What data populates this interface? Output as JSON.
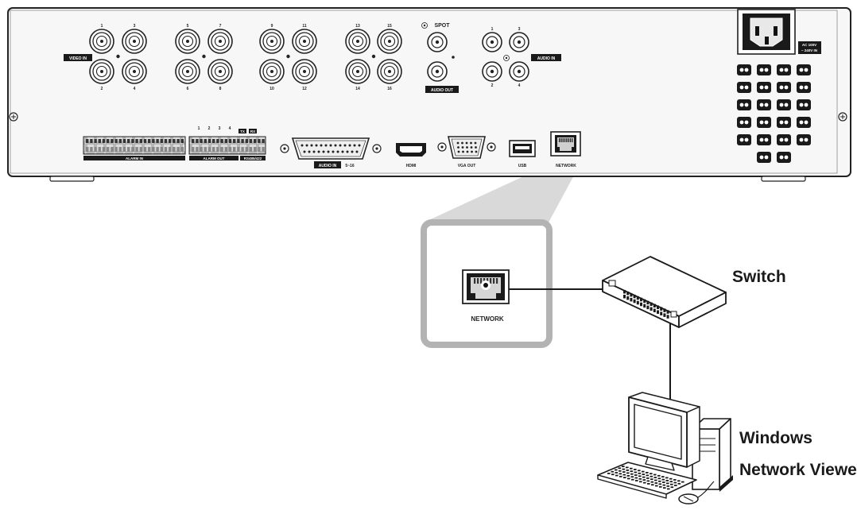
{
  "device": {
    "video_in_label": "VIDEO IN",
    "video_numbers_top": [
      "1",
      "3",
      "5",
      "7",
      "9",
      "11",
      "13",
      "15"
    ],
    "video_numbers_bottom": [
      "2",
      "4",
      "6",
      "8",
      "10",
      "12",
      "14",
      "16"
    ],
    "spot_label": "SPOT",
    "audio_out_label": "AUDIO OUT",
    "audio_in_label": "AUDIO IN",
    "audio_numbers_top": [
      "1",
      "3"
    ],
    "audio_numbers_bottom": [
      "2",
      "4"
    ],
    "power_label_line1": "AC 100V",
    "power_label_line2": "~ 240V IN",
    "alarm_in_label": "ALARM IN",
    "alarm_out_label": "ALARM OUT",
    "rs485_label": "RS485/422",
    "alarm_out_numbers": [
      "1",
      "2",
      "3",
      "4"
    ],
    "tx_label": "TX",
    "rx_label": "RX",
    "audio_in_db_label": "AUDIO IN",
    "audio_in_db_range": "5~16",
    "hdmi_label": "HDMI",
    "vga_label": "VGA OUT",
    "usb_label": "USB",
    "network_label": "NETWORK"
  },
  "zoom": {
    "network_label": "NETWORK"
  },
  "switch": {
    "label": "Switch"
  },
  "pc": {
    "label_line1": "Windows",
    "label_line2": "Network Viewer"
  },
  "colors": {
    "line": "#1a1a1a",
    "zoom_border": "#b3b3b3",
    "zoom_beam": "#d9d9d9",
    "chassis_fill": "#f7f7f7"
  }
}
